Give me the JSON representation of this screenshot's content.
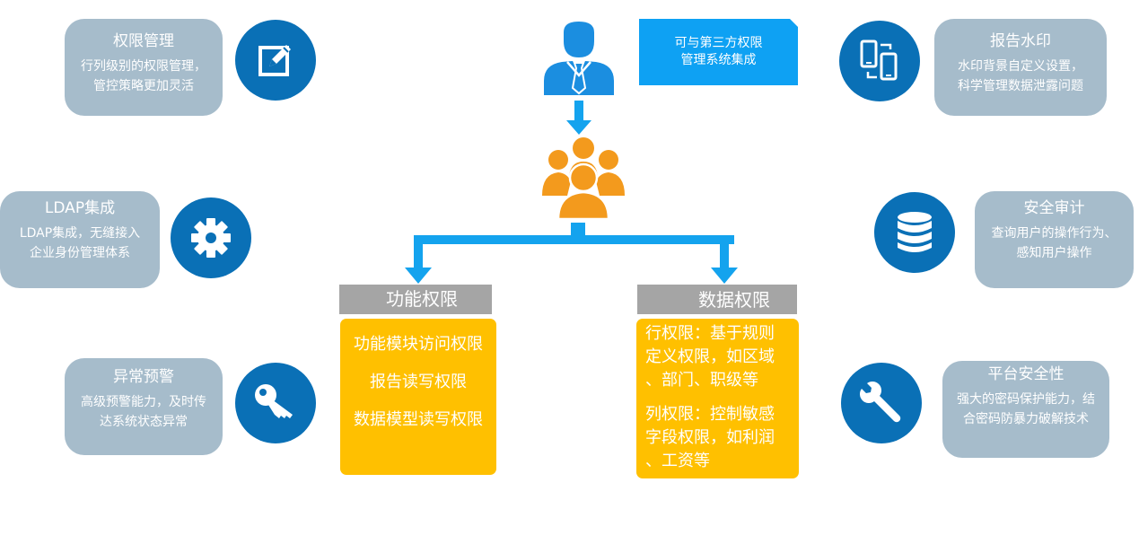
{
  "cards": {
    "perm_mgmt": {
      "title": "权限管理",
      "lines": [
        "行列级别的权限管理，",
        "管控策略更加灵活"
      ]
    },
    "ldap": {
      "title": "LDAP集成",
      "lines": [
        "LDAP集成，无缝接入",
        "企业身份管理体系"
      ]
    },
    "alert": {
      "title": "异常预警",
      "lines": [
        "高级预警能力，及时传",
        "达系统状态异常"
      ]
    },
    "watermark": {
      "title": "报告水印",
      "lines": [
        "水印背景自定义设置，",
        "科学管理数据泄露问题"
      ]
    },
    "audit": {
      "title": "安全审计",
      "lines": [
        "查询用户的操作行为、",
        "感知用户操作"
      ]
    },
    "platform": {
      "title": "平台安全性",
      "lines": [
        "强大的密码保护能力，结",
        "合密码防暴力破解技术"
      ]
    }
  },
  "integration": {
    "lines": [
      "可与第三方权限",
      "管理系统集成"
    ]
  },
  "functional": {
    "title": "功能权限",
    "items": [
      "功能模块访问权限",
      "报告读写权限",
      "数据模型读写权限"
    ]
  },
  "data_perm": {
    "title": "数据权限",
    "row_lines": [
      "行权限：基于规则",
      "定义权限，如区域",
      "、部门、职级等"
    ],
    "col_lines": [
      "列权限：控制敏感",
      "字段权限，如利润",
      "、工资等"
    ]
  },
  "colors": {
    "card_gray": "#a6bccb",
    "circle_blue": "#0a70b6",
    "arrow_blue": "#14a3ee",
    "person_blue": "#1b8ee0",
    "group_orange": "#f39a1d",
    "box_yellow": "#ffc000",
    "head_gray": "#a5a5a5"
  },
  "icons": [
    "edit-icon",
    "gear-icon",
    "key-icon",
    "mobile-sync-icon",
    "database-icon",
    "wrench-icon",
    "admin-person-icon",
    "user-group-icon"
  ]
}
